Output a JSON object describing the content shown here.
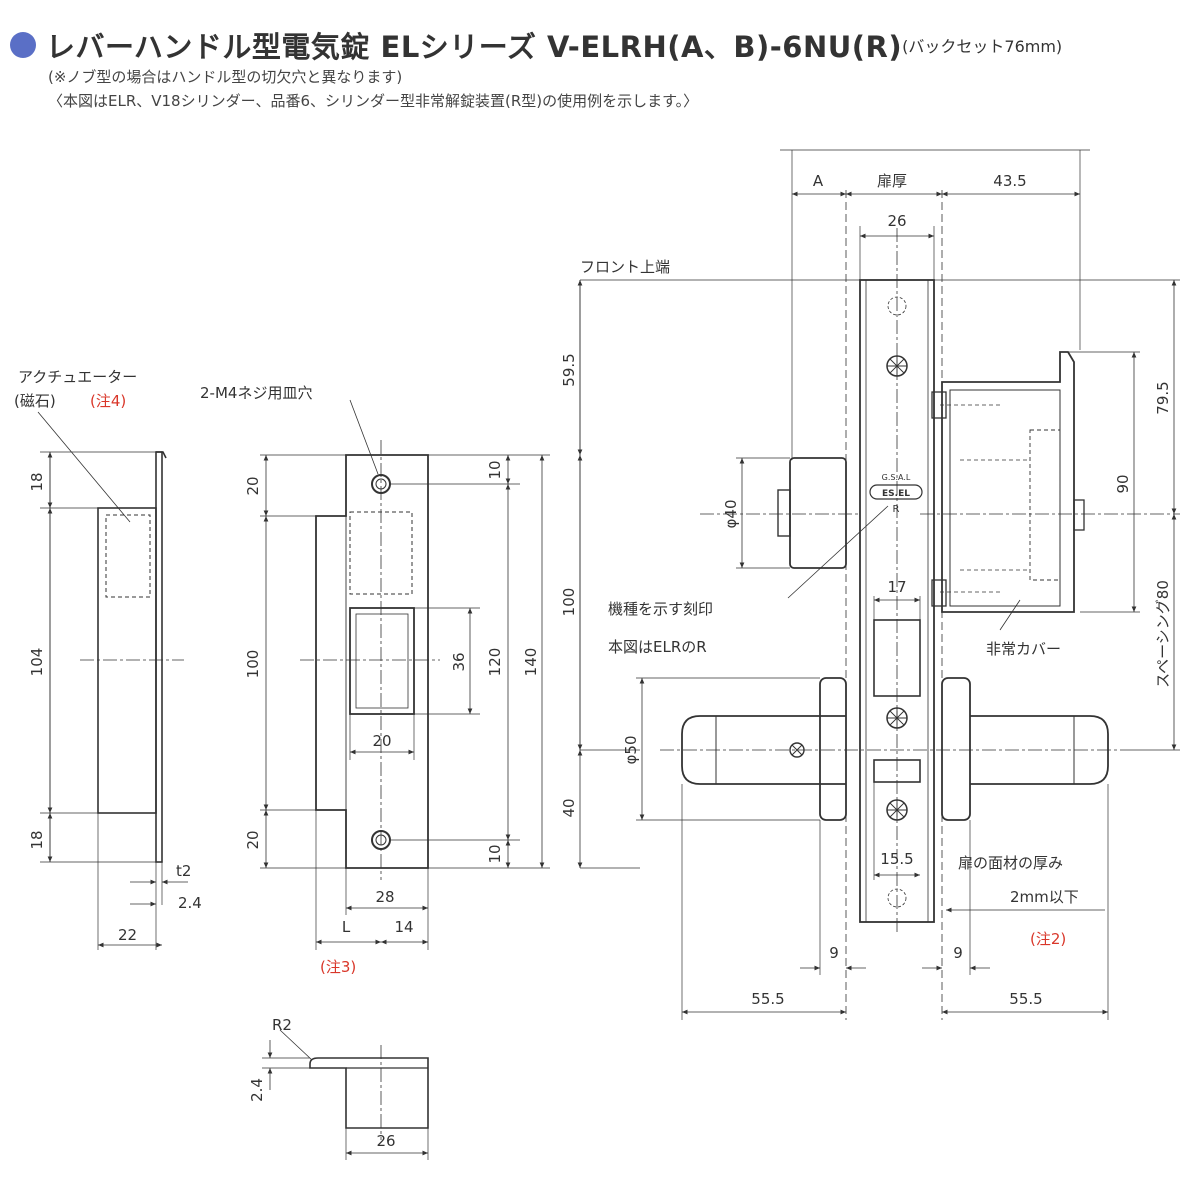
{
  "header": {
    "title": "レバーハンドル型電気錠 ELシリーズ V-ELRH(A、B)-6NU(R)",
    "title_suffix": "(バックセット76mm)",
    "note1": "(※ノブ型の場合はハンドル型の切欠穴と異なります)",
    "note2": "〈本図はELR、V18シリンダー、品番6、シリンダー型非常解錠装置(R型)の使用例を示します。〉"
  },
  "labels": {
    "actuator": "アクチュエーター",
    "magnet": "(磁石)",
    "note4": "(注4)",
    "screw_hole": "2-M4ネジ用皿穴",
    "note3": "(注3)",
    "front_top": "フロント上端",
    "model_mark1": "機種を示す刻印",
    "model_mark2": "本図はELRのR",
    "emergency_cover": "非常カバー",
    "door_face1": "扉の面材の厚み",
    "door_face2": "2mm以下",
    "note2_red": "(注2)",
    "door_thickness": "扉厚",
    "spacing": "スペーシング80",
    "engrave1": "ES.EL",
    "engrave2": "R",
    "engrave0": "G.S.A.L"
  },
  "dims": {
    "a18": "18",
    "a104": "104",
    "a18b": "18",
    "t2": "t2",
    "a24": "2.4",
    "a22": "22",
    "s20": "20",
    "s100": "100",
    "s20b": "20",
    "s10": "10",
    "s36": "36",
    "s120": "120",
    "s140": "140",
    "s10b": "10",
    "s20w": "20",
    "s28": "28",
    "sL": "L",
    "s14": "14",
    "r2": "R2",
    "p24": "2.4",
    "p26": "26",
    "A": "A",
    "d26": "26",
    "d435": "43.5",
    "d595": "59.5",
    "d100": "100",
    "d40": "40",
    "phi40": "φ40",
    "phi50": "φ50",
    "d795": "79.5",
    "d90": "90",
    "d17": "17",
    "d155": "15.5",
    "d9a": "9",
    "d9b": "9",
    "d555a": "55.5",
    "d555b": "55.5"
  }
}
